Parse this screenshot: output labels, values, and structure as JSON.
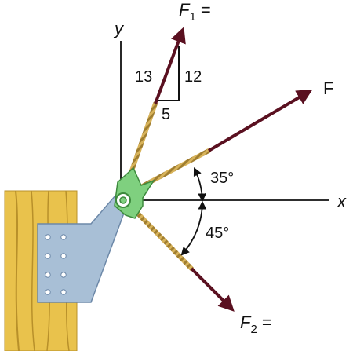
{
  "axes": {
    "x_label": "x",
    "y_label": "y"
  },
  "forces": {
    "f1": {
      "symbol": "F",
      "subscript": "1",
      "suffix": " ="
    },
    "f": {
      "symbol": "F"
    },
    "f2": {
      "symbol": "F",
      "subscript": "2",
      "suffix": " ="
    }
  },
  "slope_triangle": {
    "hypotenuse": "13",
    "vertical": "12",
    "horizontal": "5"
  },
  "angles": {
    "upper": "35°",
    "lower": "45°"
  },
  "colors": {
    "wood": "#e9c24c",
    "wood_grain": "#b8902a",
    "plate": "#a8bfd6",
    "plate_edge": "#6c88a8",
    "bracket": "#7fd07f",
    "rope": "#d8b35a",
    "arrow": "#5a1020",
    "line": "#111111"
  }
}
